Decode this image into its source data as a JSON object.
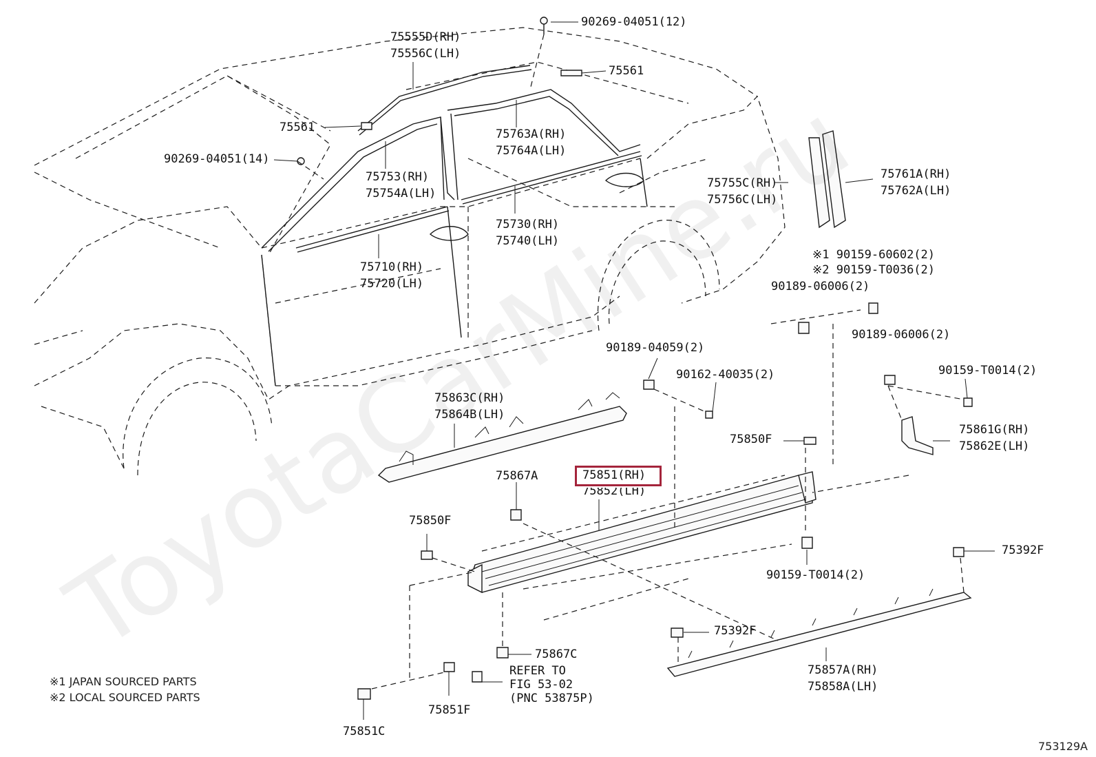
{
  "watermark": "ToyotaCarMine.ru",
  "figure_number": "753129A",
  "highlight": "75851(RH)",
  "notes": [
    "※1 JAPAN SOURCED PARTS",
    "※2 LOCAL SOURCED PARTS"
  ],
  "labels": {
    "p90269_12": "90269-04051(12)",
    "p75555": "75555D(RH)",
    "p75556": "75556C(LH)",
    "p75561_top": "75561",
    "p75561_left": "75561",
    "p90269_14": "90269-04051(14)",
    "p75763": "75763A(RH)",
    "p75764": "75764A(LH)",
    "p75753": "75753(RH)",
    "p75754": "75754A(LH)",
    "p75755": "75755C(RH)",
    "p75756": "75756C(LH)",
    "p75761": "75761A(RH)",
    "p75762": "75762A(LH)",
    "p75730": "75730(RH)",
    "p75740": "75740(LH)",
    "p75710": "75710(RH)",
    "p75720": "75720(LH)",
    "p90159_1": "※1 90159-60602(2)",
    "p90159_2": "※2 90159-T0036(2)",
    "p90189_a": "90189-06006(2)",
    "p90189_b": "90189-06006(2)",
    "p90189_04059": "90189-04059(2)",
    "p90162": "90162-40035(2)",
    "p90159_t0014_top": "90159-T0014(2)",
    "p75863": "75863C(RH)",
    "p75864": "75864B(LH)",
    "p75850f_top": "75850F",
    "p75861": "75861G(RH)",
    "p75862": "75862E(LH)",
    "p75867a": "75867A",
    "p75851rh": "75851(RH)",
    "p75852lh": "75852(LH)",
    "p75850f_left": "75850F",
    "p75392f_right": "75392F",
    "p90159_t0014_bot": "90159-T0014(2)",
    "p75392f_mid": "75392F",
    "p75867c": "75867C",
    "refer_1": "REFER TO",
    "refer_2": "FIG 53-02",
    "refer_3": "(PNC 53875P)",
    "p75857": "75857A(RH)",
    "p75858": "75858A(LH)",
    "p75851f": "75851F",
    "p75851c": "75851C"
  }
}
